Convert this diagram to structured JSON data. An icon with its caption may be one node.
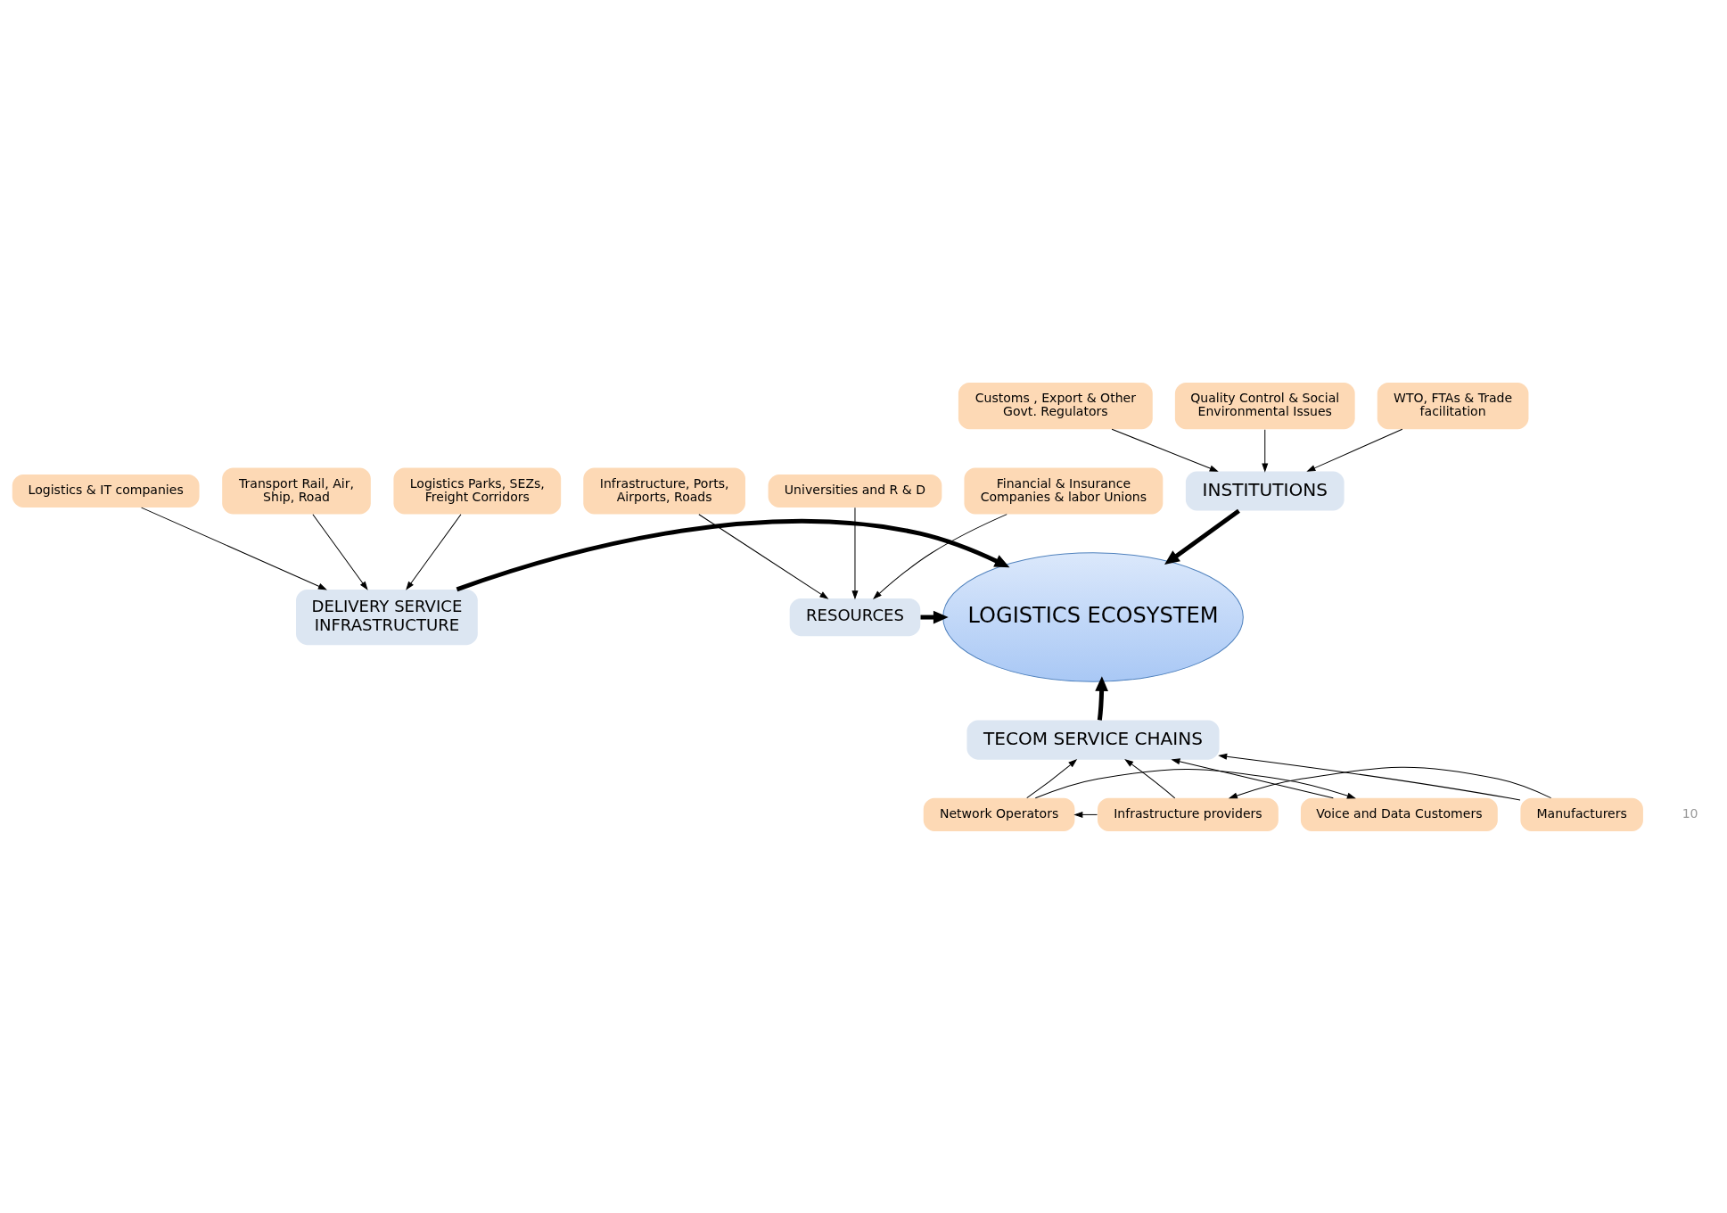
{
  "diagram": {
    "nodes": [
      {
        "text": [
          "Customs , Export & Other Govt. Regulators"
        ]
      },
      {
        "text": [
          "Quality Control & Social Environmental Issues"
        ]
      },
      {
        "text": [
          "WTO, FTAs & Trade facilitation"
        ]
      },
      {
        "text": [
          "INSTITUTIONS"
        ]
      },
      {
        "text": [
          "LOGISTICS ECOSYSTEM"
        ]
      },
      {
        "text": [
          "Logistics & IT companies"
        ]
      },
      {
        "text": [
          "Transport Rail, Air, Ship, Road"
        ]
      },
      {
        "text": [
          "Logistics Parks, SEZs, Freight Corridors"
        ]
      },
      {
        "text": [
          "DELIVERY SERVICE INFRASTRUCTURE"
        ]
      },
      {
        "text": [
          "RESOURCES"
        ]
      },
      {
        "text": [
          "Infrastructure, Ports, Airports, Roads"
        ]
      },
      {
        "text": [
          "Universities and R & D"
        ]
      },
      {
        "text": [
          "Financial & Insurance Companies & labor Unions"
        ]
      },
      {
        "text": [
          "TECOM SERVICE CHAINS"
        ]
      },
      {
        "text": [
          "Voice and Data Customers"
        ]
      },
      {
        "text": [
          "Network Operators"
        ]
      },
      {
        "text": [
          "Infrastructure providers"
        ]
      },
      {
        "text": [
          "Manufacturers"
        ]
      }
    ],
    "edges": [
      {
        "from": 0,
        "to": 3,
        "arrow": "to"
      },
      {
        "from": 1,
        "to": 3,
        "arrow": "to"
      },
      {
        "from": 2,
        "to": 3,
        "arrow": "to"
      },
      {
        "from": 3,
        "to": 4,
        "arrow": "to",
        "style": "thick"
      },
      {
        "from": 5,
        "to": 8,
        "arrow": "to"
      },
      {
        "from": 6,
        "to": 8,
        "arrow": "to"
      },
      {
        "from": 7,
        "to": 8,
        "arrow": "to"
      },
      {
        "from": 8,
        "to": 4,
        "arrow": "to",
        "style": "thick"
      },
      {
        "from": 10,
        "to": 9,
        "arrow": "to"
      },
      {
        "from": 11,
        "to": 9,
        "arrow": "to"
      },
      {
        "from": 12,
        "to": 9,
        "arrow": "to"
      },
      {
        "from": 9,
        "to": 4,
        "arrow": "to",
        "style": "thick"
      },
      {
        "from": 13,
        "to": 4,
        "arrow": "to",
        "style": "thick"
      },
      {
        "from": 14,
        "to": 13,
        "arrow": "to"
      },
      {
        "from": 15,
        "to": 13,
        "arrow": "to"
      },
      {
        "from": 16,
        "to": 13,
        "arrow": "to"
      },
      {
        "from": 17,
        "to": 13,
        "arrow": "to"
      },
      {
        "from": 15,
        "to": 14,
        "arrow": "to"
      },
      {
        "from": 16,
        "to": 15,
        "arrow": "to"
      },
      {
        "from": 17,
        "to": 16,
        "arrow": "to"
      }
    ],
    "labels": [
      "10"
    ]
  }
}
